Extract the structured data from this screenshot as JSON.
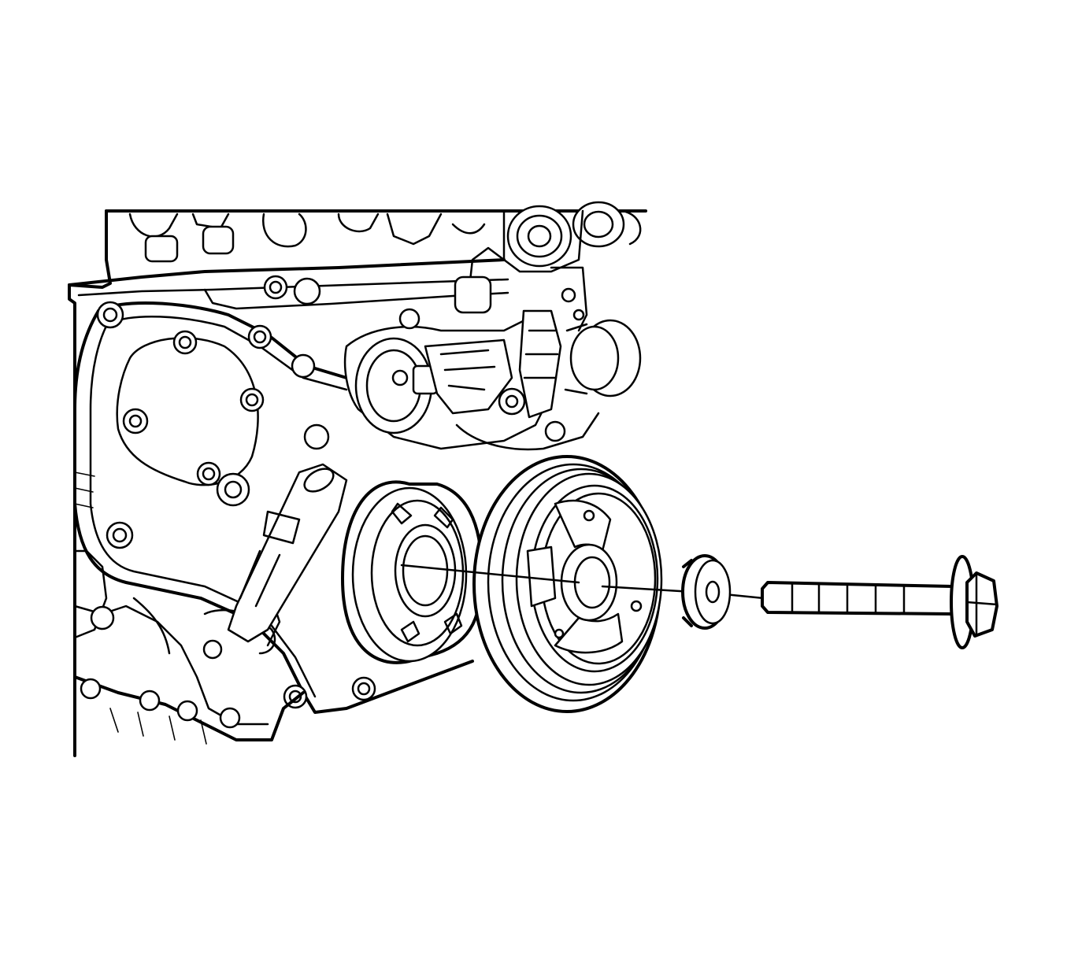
{
  "figure": {
    "type": "exploded-view line drawing",
    "background": "#ffffff",
    "line_color": "#000000",
    "components": [
      "engine-front-cover",
      "crankshaft-front-seal-hub",
      "crankshaft-balancer",
      "balancer-washer",
      "balancer-bolt",
      "alignment-centerline"
    ],
    "text_labels": []
  }
}
